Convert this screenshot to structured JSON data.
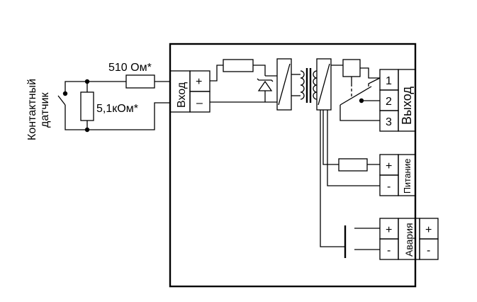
{
  "sensor": {
    "line1": "Контактный",
    "line2": "датчик"
  },
  "resistor_series": "510 Ом*",
  "resistor_parallel": "5,1кОм*",
  "input": {
    "label": "Вход",
    "plus": "+",
    "minus": "–"
  },
  "output": {
    "label": "Выход",
    "pins": [
      "1",
      "2",
      "3"
    ]
  },
  "power": {
    "label": "Питание",
    "plus": "+",
    "minus": "-"
  },
  "alarm": {
    "label": "Авария",
    "left_plus": "+",
    "left_minus": "-",
    "right_plus": "+",
    "right_minus": "-"
  }
}
